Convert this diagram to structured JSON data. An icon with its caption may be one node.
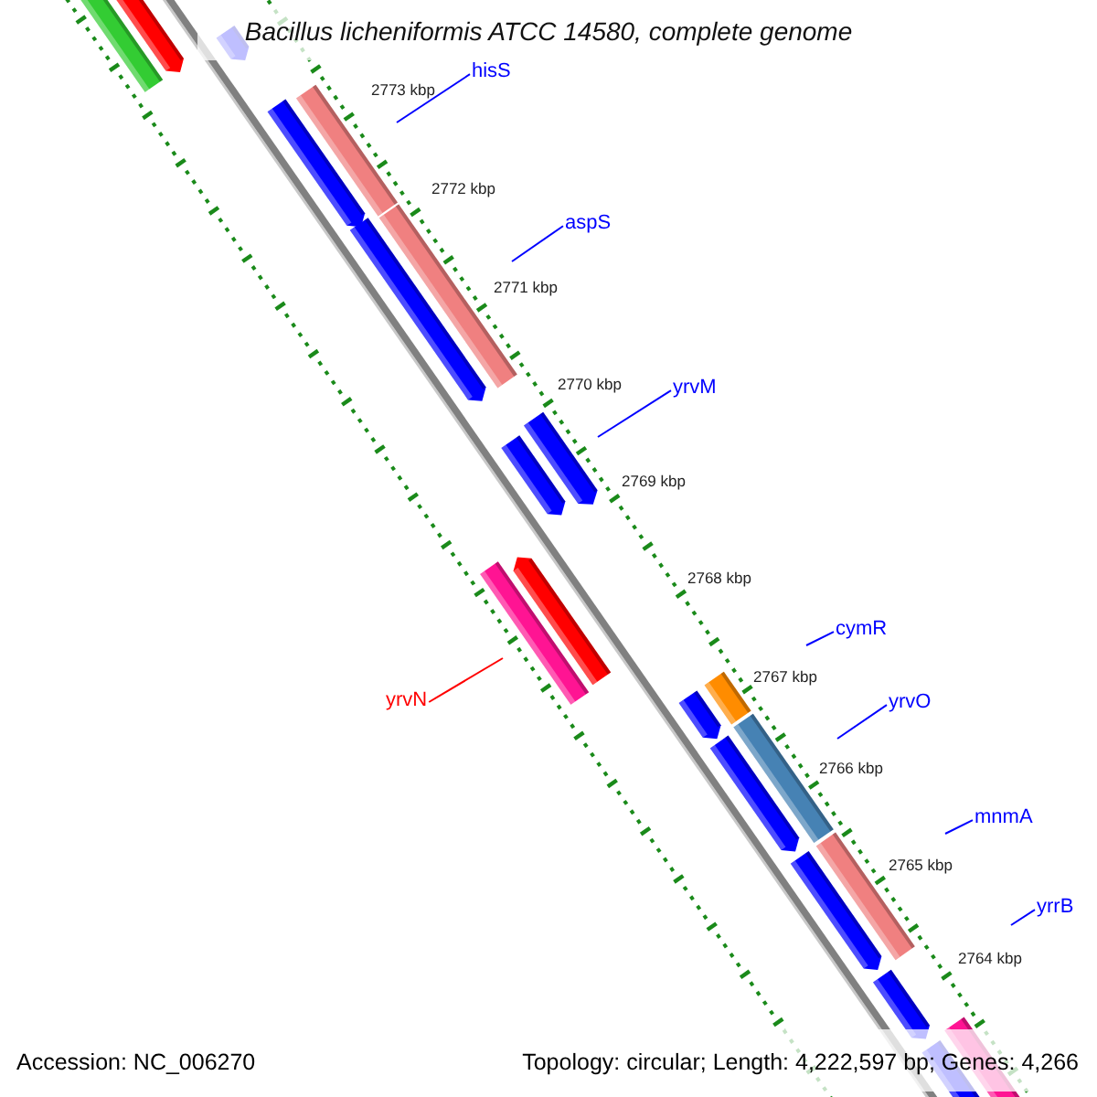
{
  "diagram": {
    "title": "Bacillus licheniformis ATCC 14580, complete genome",
    "nodes": [
      {
        "text": [
          "hisS"
        ]
      },
      {
        "text": [
          "aspS"
        ]
      },
      {
        "text": [
          "yrvM"
        ]
      },
      {
        "text": [
          "cymR"
        ]
      },
      {
        "text": [
          "yrvO"
        ]
      },
      {
        "text": [
          "mnmA"
        ]
      },
      {
        "text": [
          "yrrB"
        ]
      },
      {
        "text": [
          "yrvN"
        ]
      }
    ],
    "edges": [
      {
        "from": 0,
        "to": null,
        "arrow": "none"
      },
      {
        "from": 1,
        "to": null,
        "arrow": "none"
      },
      {
        "from": 2,
        "to": null,
        "arrow": "none"
      },
      {
        "from": 3,
        "to": null,
        "arrow": "none"
      },
      {
        "from": 4,
        "to": null,
        "arrow": "none"
      },
      {
        "from": 5,
        "to": null,
        "arrow": "none"
      },
      {
        "from": 6,
        "to": null,
        "arrow": "none"
      },
      {
        "from": 7,
        "to": null,
        "arrow": "none",
        "color": "#ff0000"
      }
    ],
    "labels": [
      "2773 kbp",
      "2772 kbp",
      "2771 kbp",
      "2770 kbp",
      "2769 kbp",
      "2768 kbp",
      "2767 kbp",
      "2766 kbp",
      "2765 kbp",
      "2764 kbp",
      "Accession: NC_006270",
      "Topology: circular; Length: 4,222,597 bp; Genes: 4,266"
    ]
  }
}
